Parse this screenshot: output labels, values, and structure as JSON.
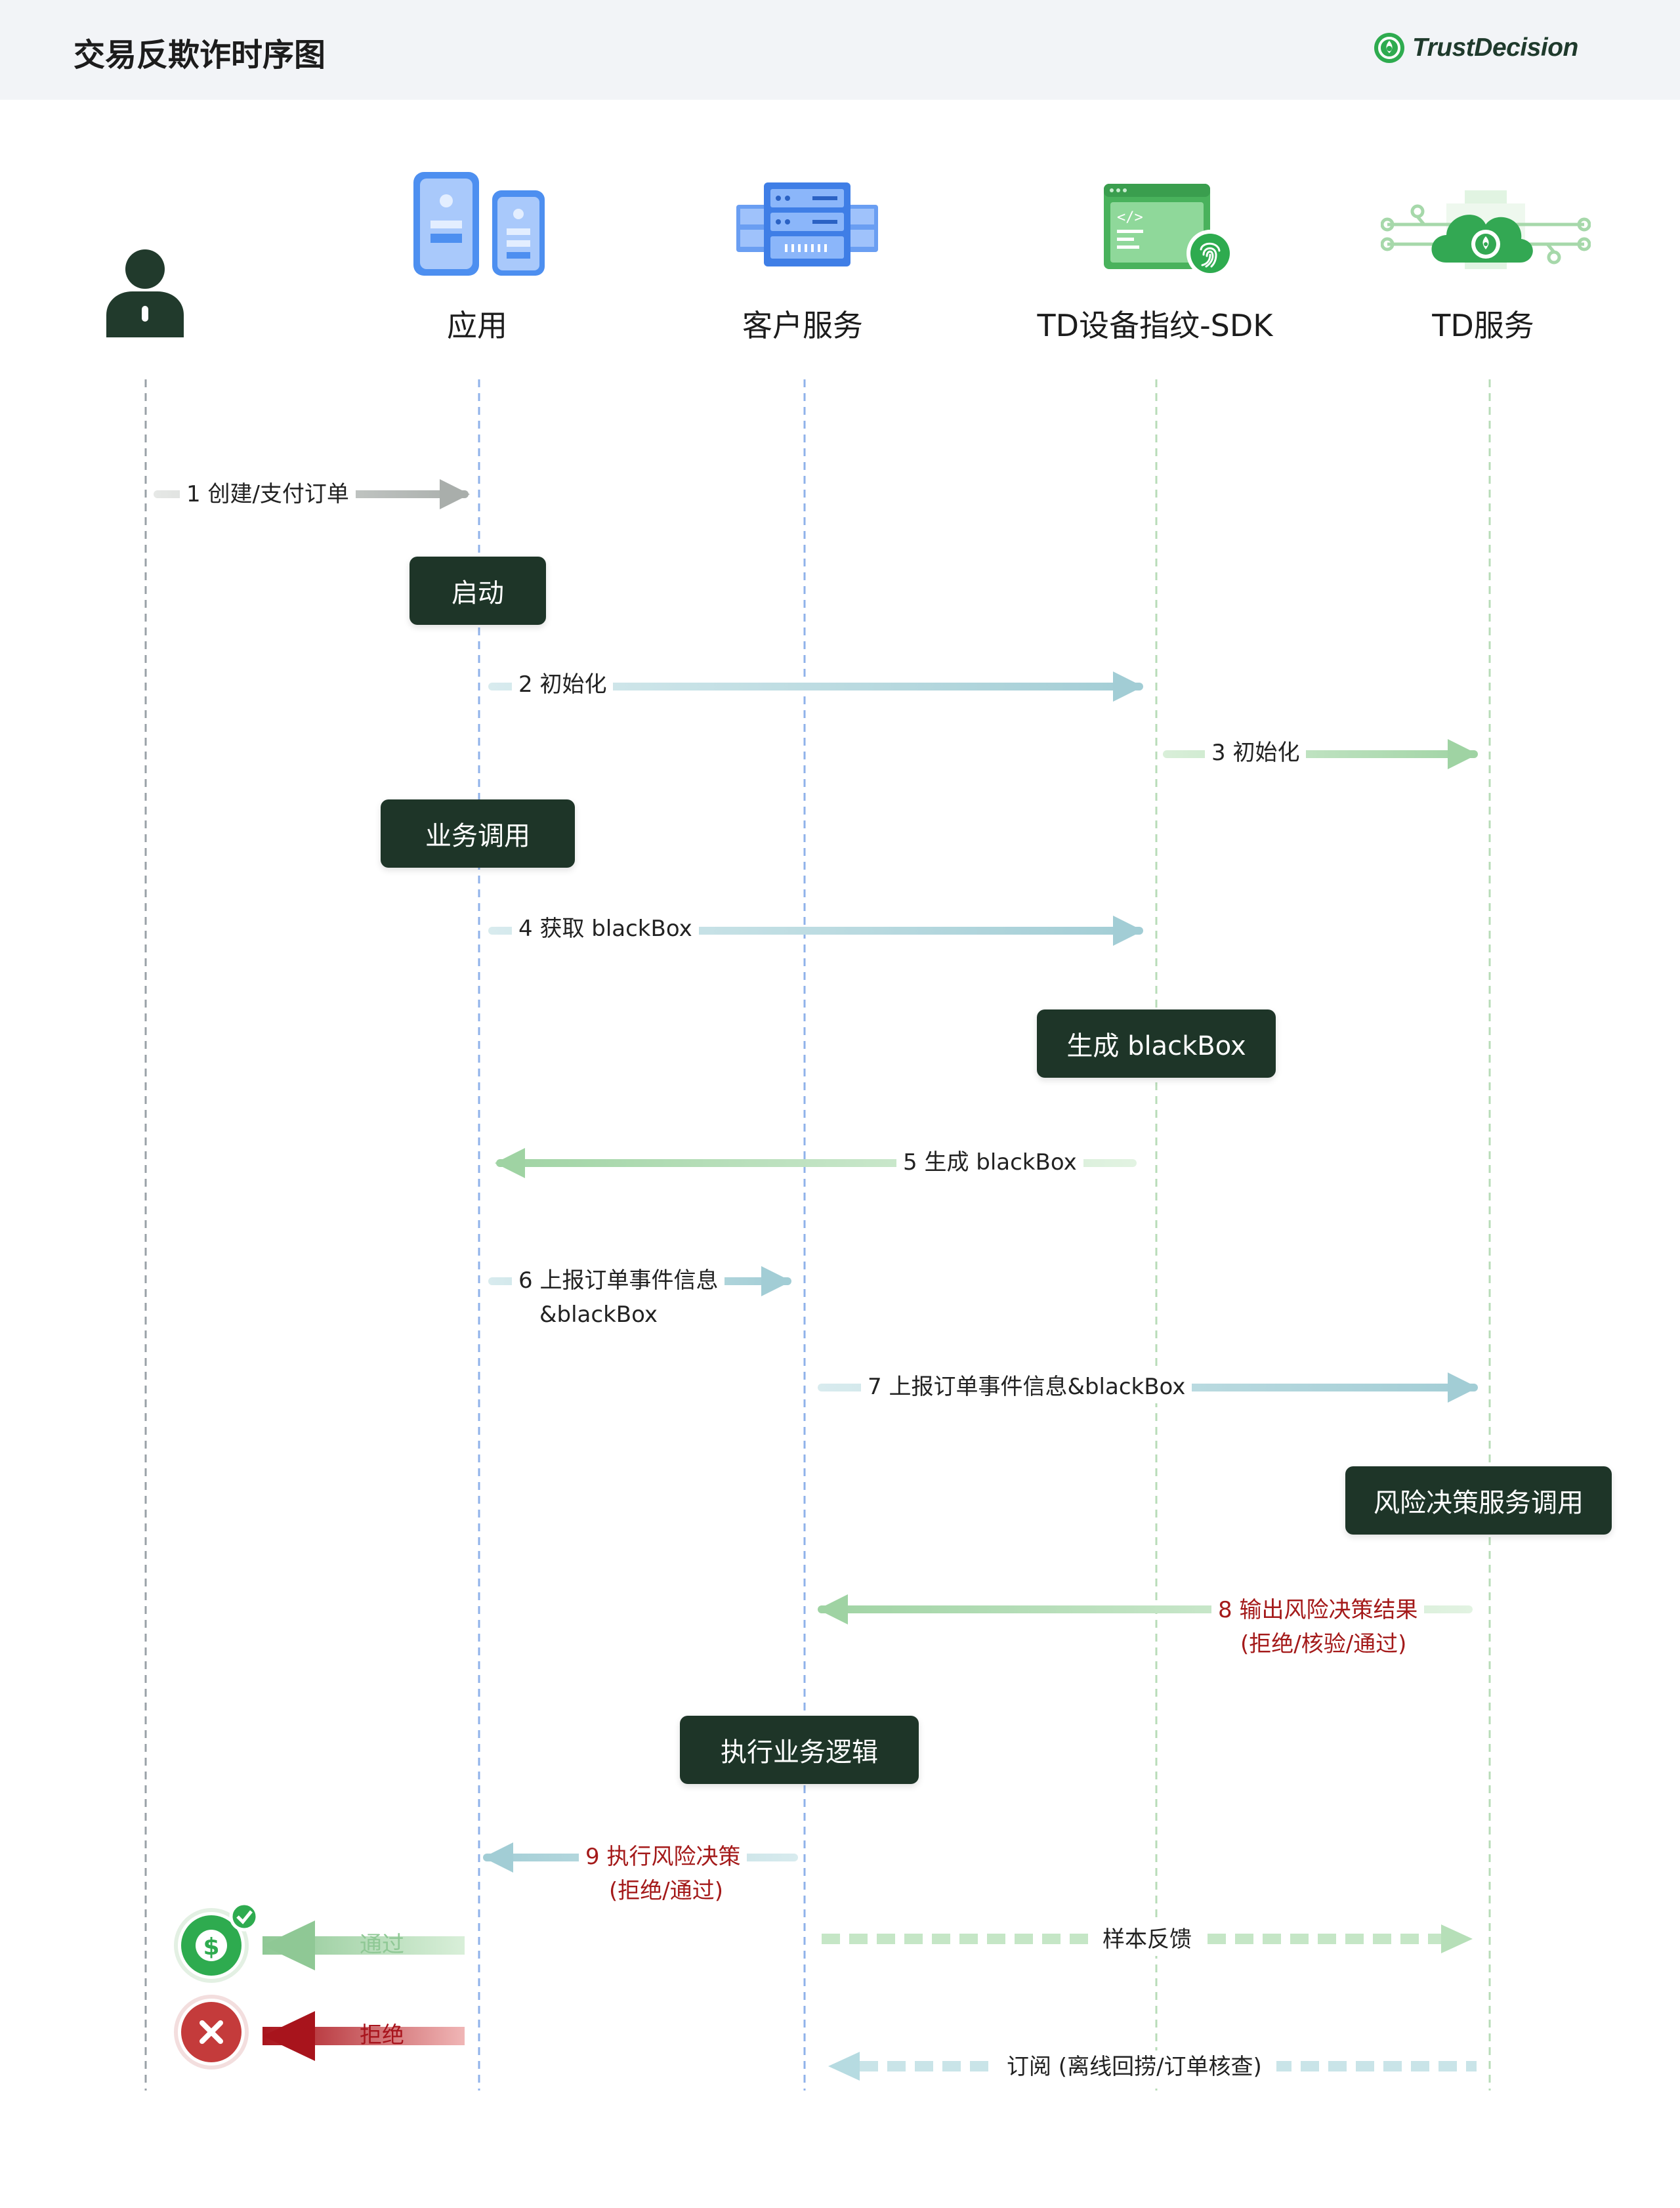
{
  "title": "交易反欺诈时序图",
  "logo": {
    "text": "TrustDecision",
    "color": "#2eab4f"
  },
  "colors": {
    "dark_box": "#1e3528",
    "label_red": "#a41a1a",
    "arrow_blue": "#a9d2d9",
    "arrow_green": "#a6d6aa",
    "arrow_gray": "#b7bbb8",
    "lifeline_blue": "#8fb2ea",
    "lifeline_green": "#b8dcb8"
  },
  "participants": [
    {
      "id": "user",
      "label": "",
      "icon": "user-icon"
    },
    {
      "id": "app",
      "label": "应用",
      "icon": "mobile-app-icon"
    },
    {
      "id": "customer",
      "label": "客户服务",
      "icon": "server-icon"
    },
    {
      "id": "sdk",
      "label": "TD设备指纹-SDK",
      "icon": "fingerprint-sdk-icon"
    },
    {
      "id": "td",
      "label": "TD服务",
      "icon": "cloud-service-icon"
    }
  ],
  "boxes": {
    "start": "启动",
    "business_call": "业务调用",
    "gen_blackbox": "生成 blackBox",
    "risk_call": "风险决策服务调用",
    "exec_logic": "执行业务逻辑"
  },
  "messages": {
    "m1": "1  创建/支付订单",
    "m2": "2  初始化",
    "m3": "3  初始化",
    "m4": "4  获取 blackBox",
    "m5": "5  生成 blackBox",
    "m6a": "6  上报订单事件信息",
    "m6b": "&blackBox",
    "m7": "7 上报订单事件信息&blackBox",
    "m8a": "8  输出风险决策结果",
    "m8b": "(拒绝/核验/通过)",
    "m9a": "9  执行风险决策",
    "m9b": "(拒绝/通过)",
    "pass": "通过",
    "reject": "拒绝",
    "feedback": "样本反馈",
    "subscribe": "订阅 (离线回捞/订单核查)"
  },
  "result_icons": {
    "pass": "dollar-check-icon",
    "reject": "reject-x-icon"
  }
}
